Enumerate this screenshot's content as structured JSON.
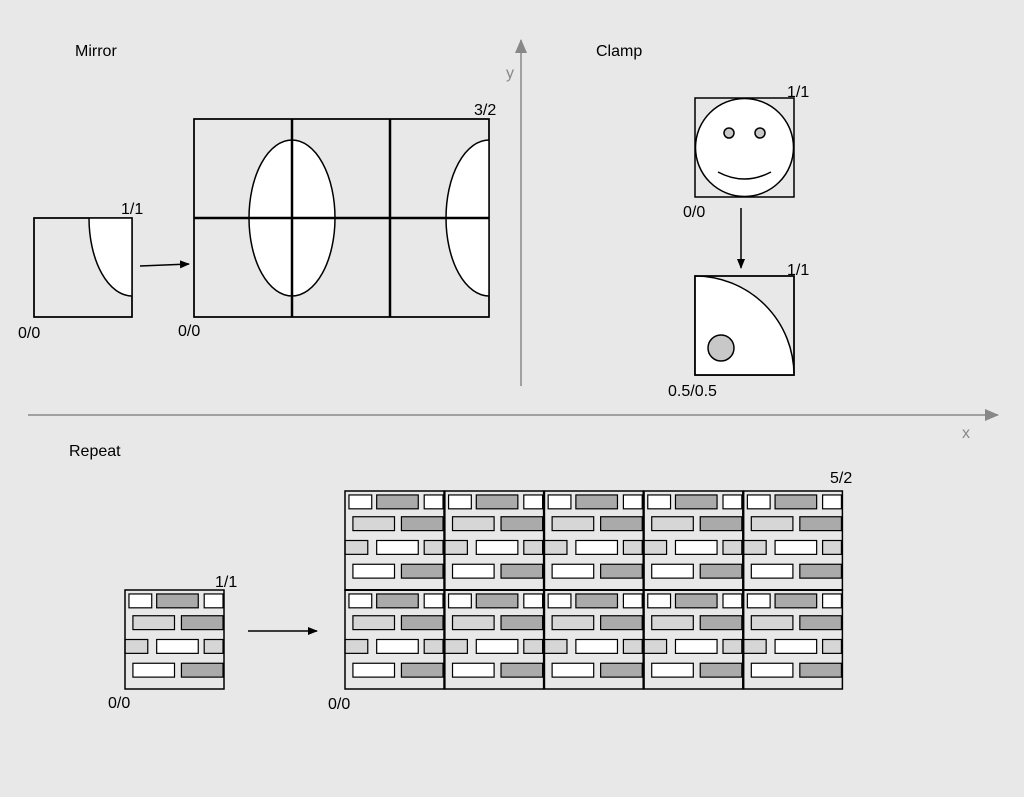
{
  "sections": {
    "mirror": "Mirror",
    "clamp": "Clamp",
    "repeat": "Repeat"
  },
  "axes": {
    "x": "x",
    "y": "y"
  },
  "mirror": {
    "src_origin": "0/0",
    "src_corner": "1/1",
    "dst_origin": "0/0",
    "dst_corner": "3/2"
  },
  "clamp": {
    "src_origin": "0/0",
    "src_corner": "1/1",
    "dst_origin": "0.5/0.5",
    "dst_corner": "1/1"
  },
  "repeat": {
    "src_origin": "0/0",
    "src_corner": "1/1",
    "dst_origin": "0/0",
    "dst_corner": "5/2"
  },
  "colors": {
    "background": "#e8e8e8",
    "axis": "#888888",
    "brick_dark": "#aaaaaa",
    "brick_light": "#d6d6d6",
    "brick_white": "#ffffff",
    "dot": "#c8c8c8"
  }
}
